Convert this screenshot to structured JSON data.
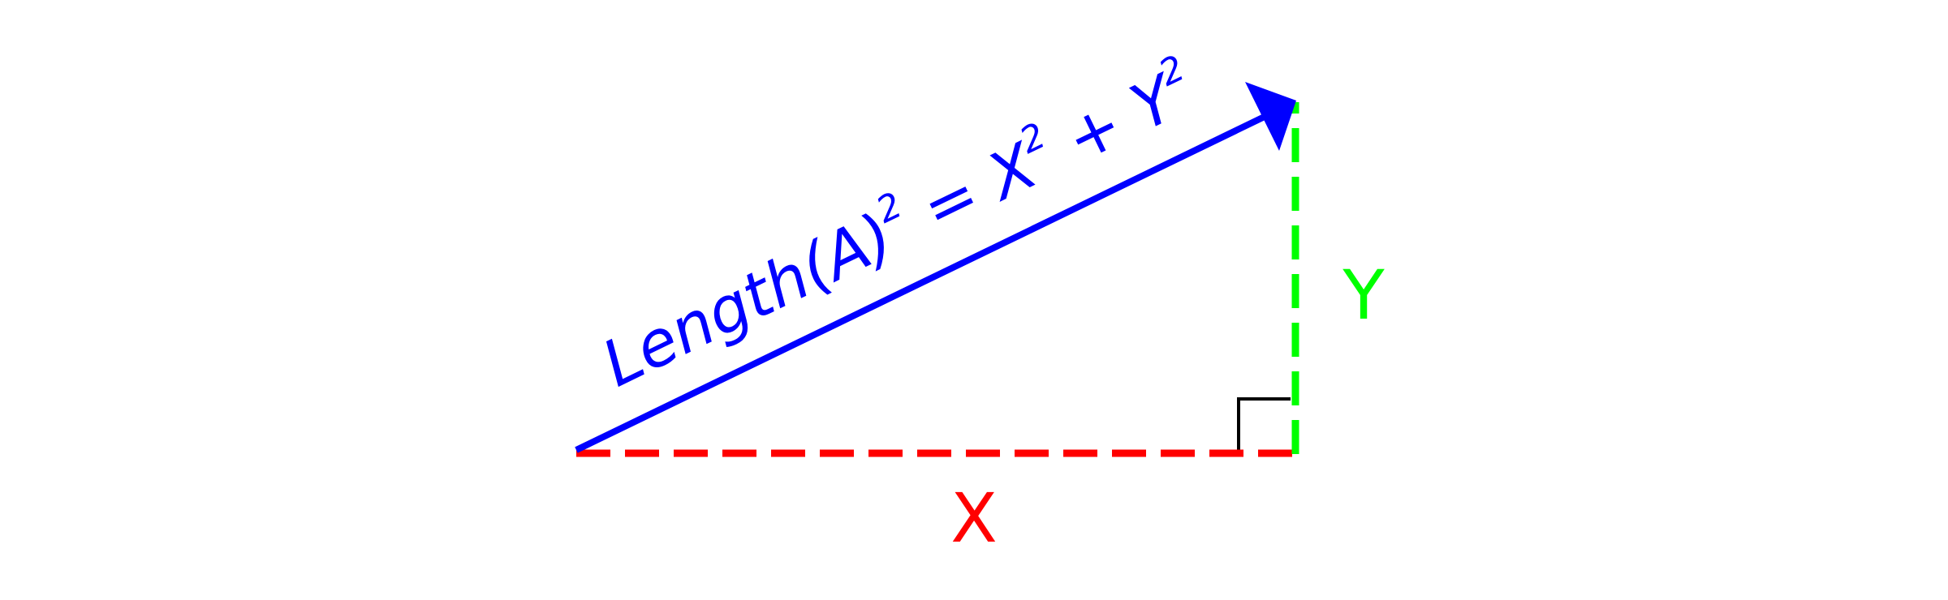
{
  "diagram": {
    "hypotenuse_label": {
      "prefix": "Length(A)",
      "exp1": "2",
      "equals": " = ",
      "x": "X",
      "exp2": "2",
      "plus": " + ",
      "y": "Y",
      "exp3": "2"
    },
    "x_label": "X",
    "y_label": "Y",
    "colors": {
      "hypotenuse": "#0000ff",
      "x_side": "#ff0000",
      "y_side": "#00ff00",
      "right_angle": "#000000",
      "background": "#ffffff"
    }
  }
}
